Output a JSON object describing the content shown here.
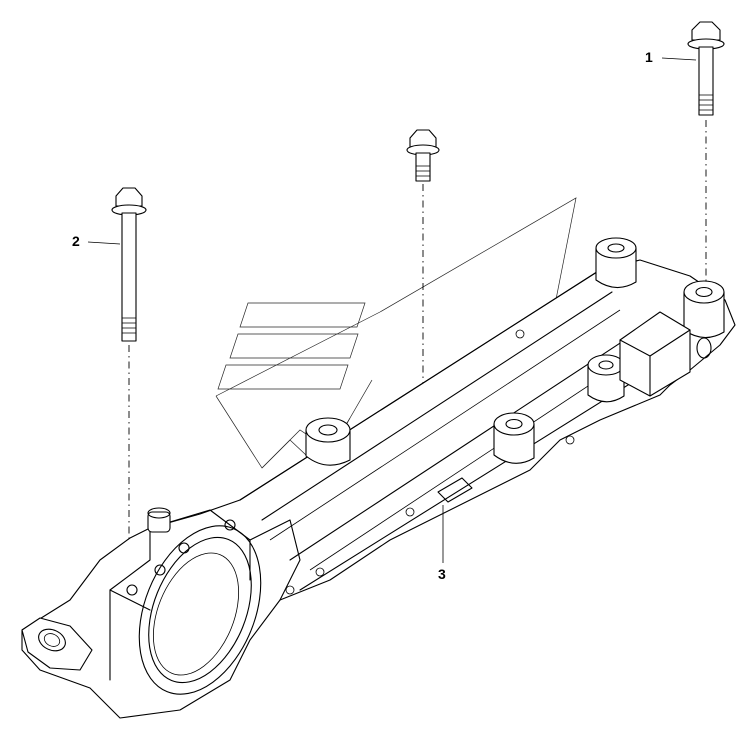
{
  "callouts": [
    {
      "id": "1",
      "label": "1",
      "part": "long-flange-bolt"
    },
    {
      "id": "2",
      "label": "2",
      "part": "long-flange-bolt"
    },
    {
      "id": "3",
      "label": "3",
      "part": "axle-housing-casting"
    }
  ],
  "colors": {
    "line": "#000000",
    "background": "#ffffff"
  }
}
